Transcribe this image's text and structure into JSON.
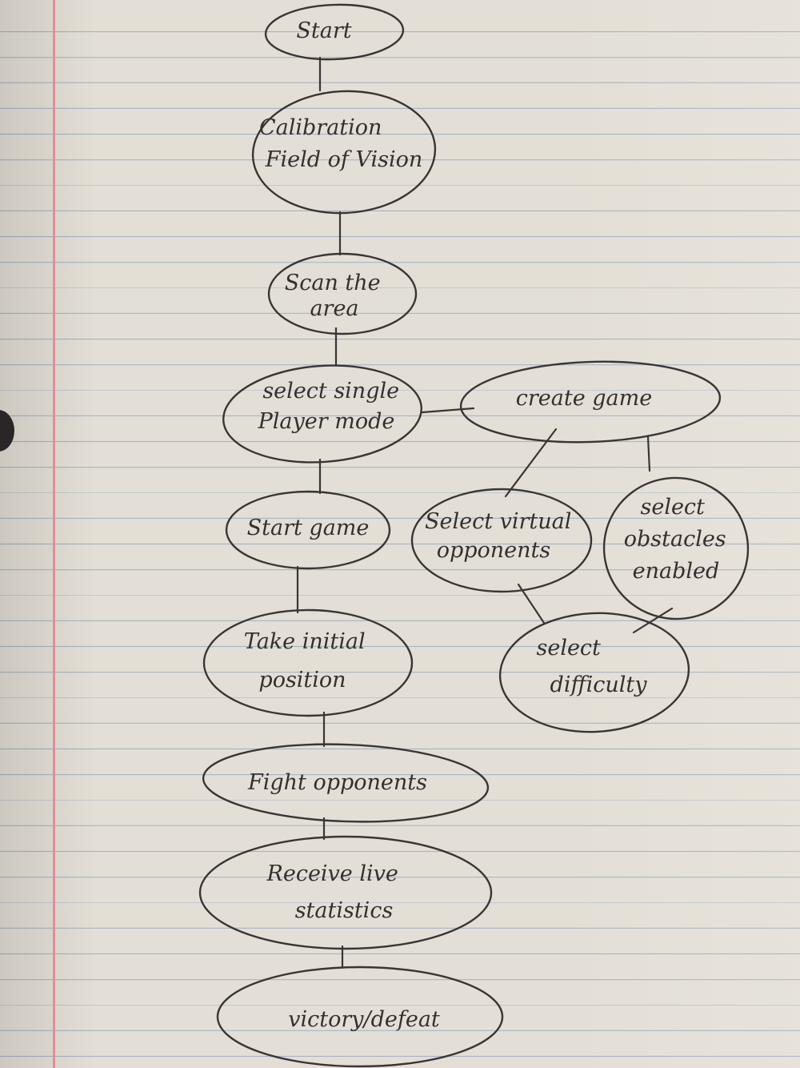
{
  "diagram": {
    "nodes": {
      "start": [
        "Start"
      ],
      "calibration": [
        "Calibration",
        "Field of Vision"
      ],
      "scan": [
        "Scan the",
        "area"
      ],
      "select_single": [
        "select single",
        "Player mode"
      ],
      "create_game": [
        "create game"
      ],
      "start_game": [
        "Start game"
      ],
      "select_virtual": [
        "Select virtual",
        "opponents"
      ],
      "select_obstacles": [
        "select",
        "obstacles",
        "enabled"
      ],
      "take_initial": [
        "Take initial",
        "position"
      ],
      "select_difficulty": [
        "select",
        "difficulty"
      ],
      "fight": [
        "Fight opponents"
      ],
      "receive_stats": [
        "Receive live",
        "statistics"
      ],
      "victory": [
        "victory/defeat"
      ]
    }
  }
}
